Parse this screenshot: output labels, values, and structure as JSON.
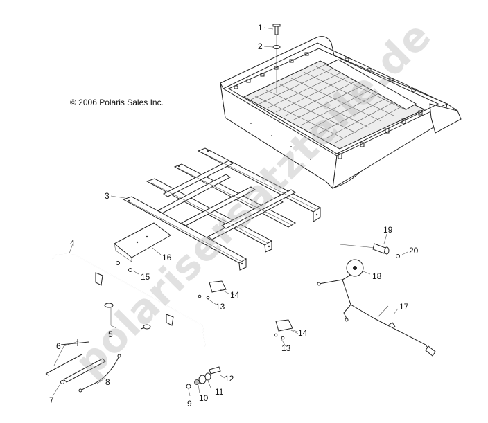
{
  "copyright": "© 2006 Polaris Sales Inc.",
  "watermark": "polarisersatzteile.de",
  "callouts": [
    {
      "id": "1",
      "text": "1"
    },
    {
      "id": "2",
      "text": "2"
    },
    {
      "id": "3",
      "text": "3"
    },
    {
      "id": "4",
      "text": "4"
    },
    {
      "id": "5",
      "text": "5"
    },
    {
      "id": "6",
      "text": "6"
    },
    {
      "id": "7",
      "text": "7"
    },
    {
      "id": "8",
      "text": "8"
    },
    {
      "id": "9",
      "text": "9"
    },
    {
      "id": "10",
      "text": "10"
    },
    {
      "id": "11",
      "text": "11"
    },
    {
      "id": "12",
      "text": "12"
    },
    {
      "id": "13a",
      "text": "13"
    },
    {
      "id": "13b",
      "text": "13"
    },
    {
      "id": "14a",
      "text": "14"
    },
    {
      "id": "14b",
      "text": "14"
    },
    {
      "id": "15",
      "text": "15"
    },
    {
      "id": "16",
      "text": "16"
    },
    {
      "id": "17",
      "text": "17"
    },
    {
      "id": "18",
      "text": "18"
    },
    {
      "id": "19",
      "text": "19"
    },
    {
      "id": "20",
      "text": "20"
    }
  ]
}
